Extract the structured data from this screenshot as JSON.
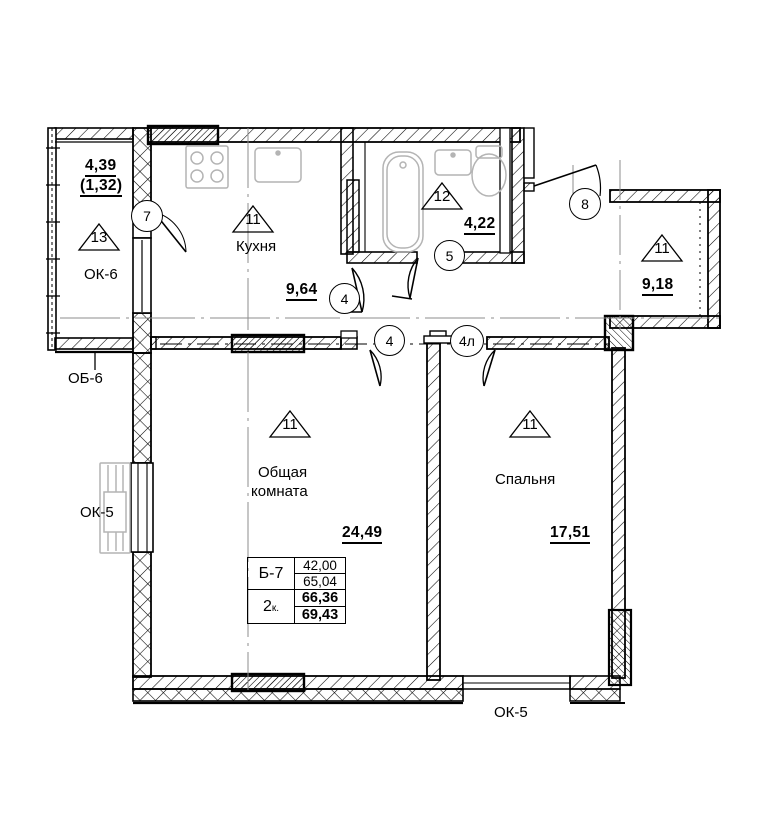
{
  "document": {
    "type": "floor-plan",
    "language": "ru"
  },
  "rooms": [
    {
      "key": "kitchen",
      "name": "Кухня",
      "area": "9,64",
      "ceiling_marker": "11"
    },
    {
      "key": "living",
      "name": "Общая\nкомната",
      "name_line1": "Общая",
      "name_line2": "комната",
      "area": "24,49",
      "ceiling_marker": "11"
    },
    {
      "key": "bedroom",
      "name": "Спальня",
      "area": "17,51",
      "ceiling_marker": "11"
    },
    {
      "key": "bathroom",
      "name": "",
      "area": "4,22",
      "ceiling_marker": "12"
    },
    {
      "key": "balcony_left",
      "name": "",
      "area": "4,39",
      "area_secondary": "(1,32)",
      "ceiling_marker": "13"
    },
    {
      "key": "balcony_right",
      "name": "",
      "area": "9,18",
      "ceiling_marker": "11"
    }
  ],
  "window_codes": [
    {
      "key": "ok6",
      "label": "ОК-6"
    },
    {
      "key": "ob6",
      "label": "ОБ-6"
    },
    {
      "key": "ok5_left",
      "label": "ОК-5"
    },
    {
      "key": "ok5_bottom",
      "label": "ОК-5"
    }
  ],
  "door_markers": [
    {
      "key": "d7",
      "label": "7"
    },
    {
      "key": "d4a",
      "label": "4"
    },
    {
      "key": "d5",
      "label": "5"
    },
    {
      "key": "d8",
      "label": "8"
    },
    {
      "key": "d4b",
      "label": "4"
    },
    {
      "key": "d4l",
      "label": "4л"
    }
  ],
  "apartment_table": {
    "type_label": "Б-7",
    "rooms_count": "2",
    "rooms_unit": "к.",
    "area_living": "42,00",
    "area_total_no_balcony": "65,04",
    "area_bold_1": "66,36",
    "area_bold_2": "69,43"
  },
  "colors": {
    "ink": "#000000",
    "hatch": "#1a1a1a",
    "fixture": "#b4b4b4",
    "axis": "#8c8c8c"
  }
}
